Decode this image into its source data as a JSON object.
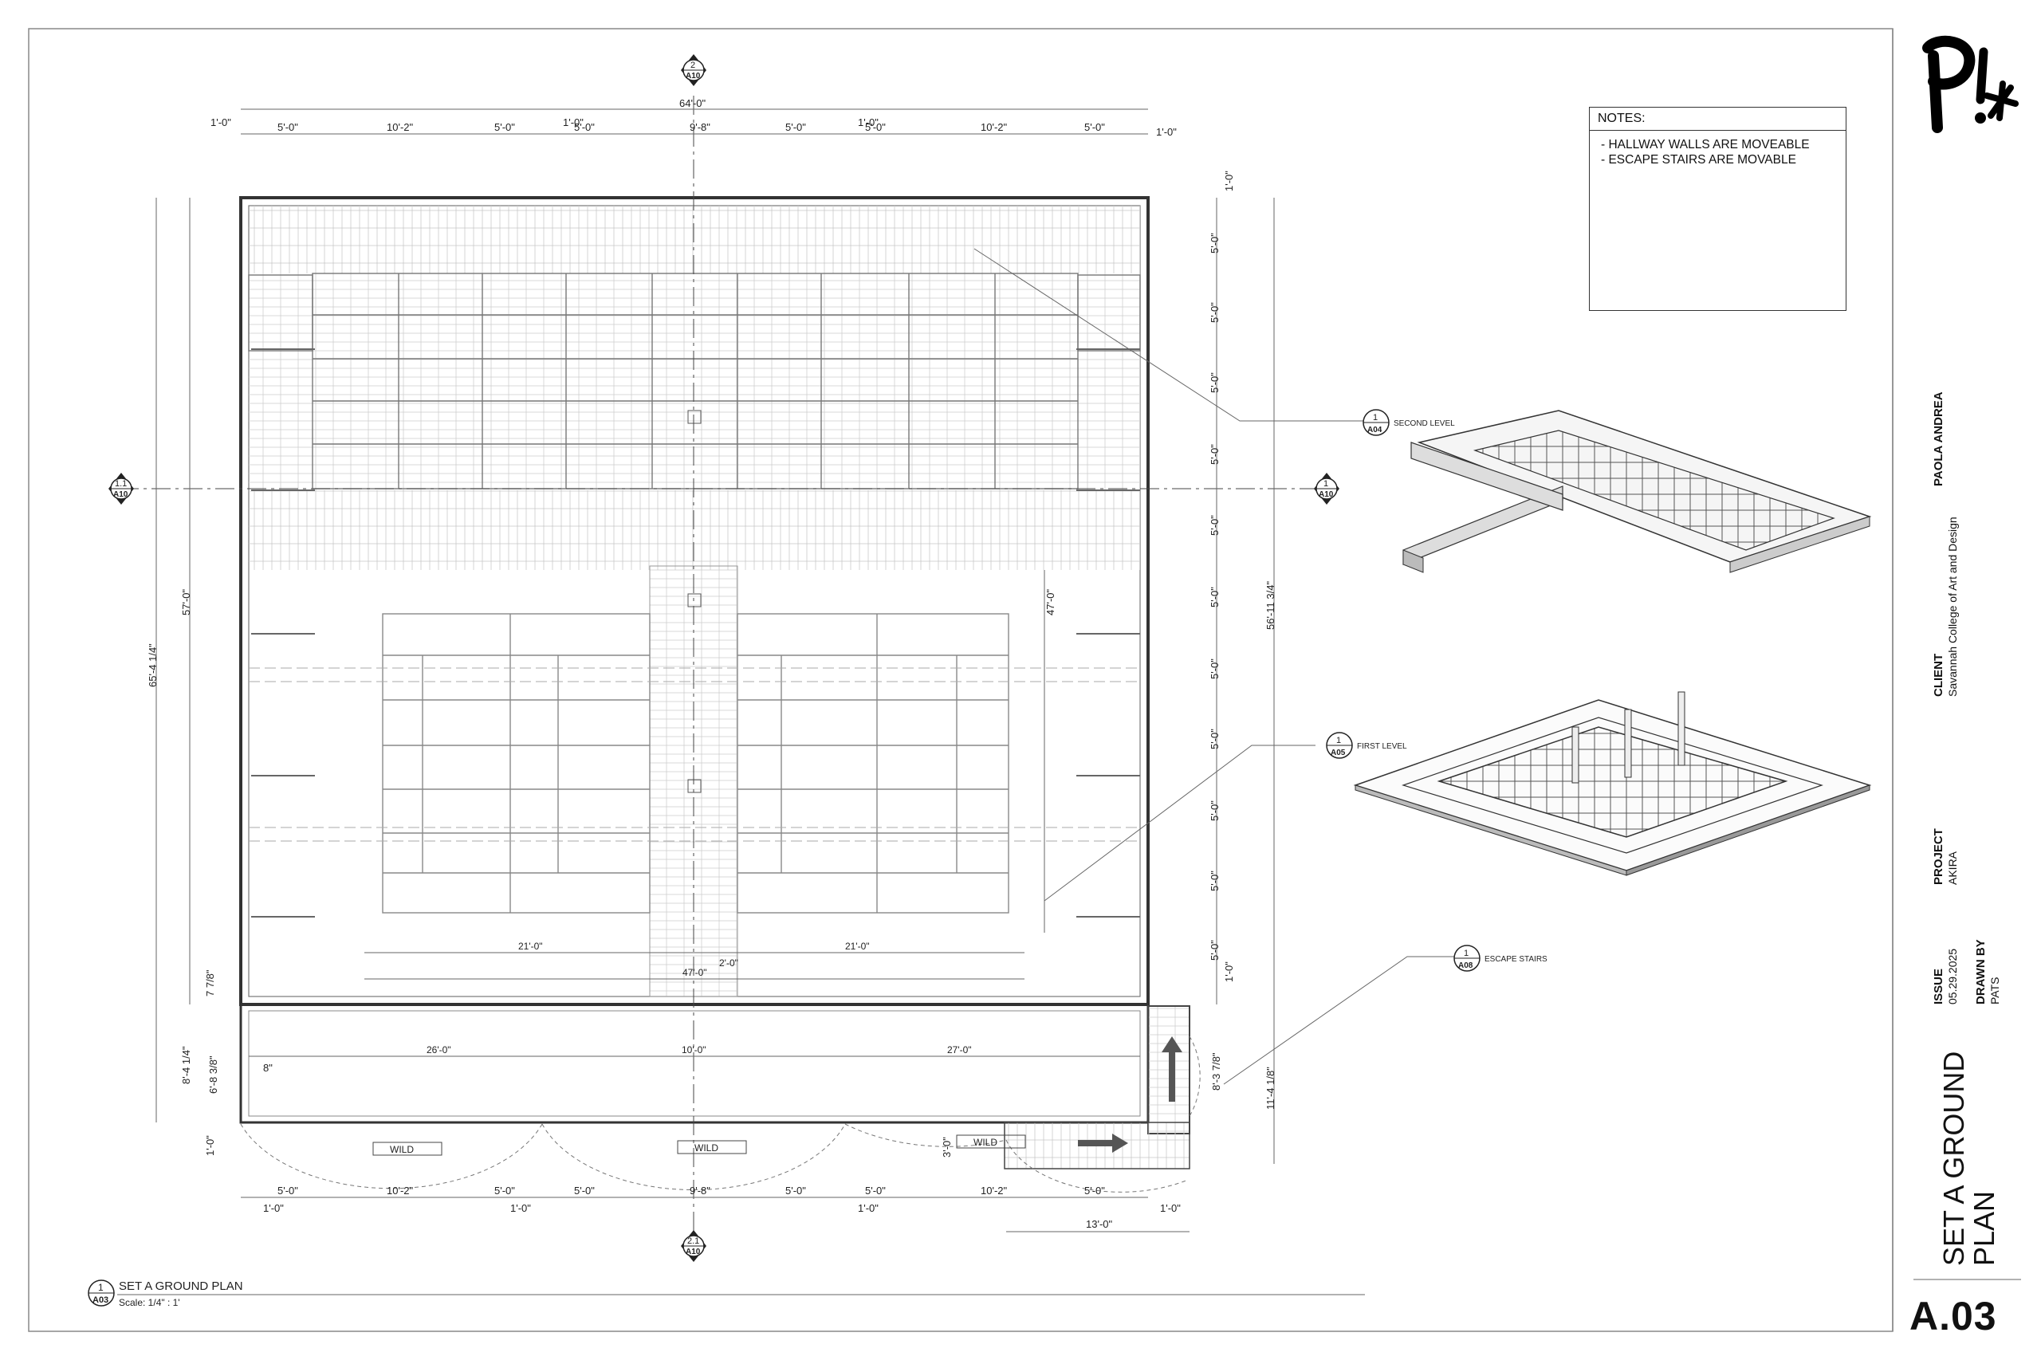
{
  "notes": {
    "header": "NOTES:",
    "items": [
      "- HALLWAY WALLS ARE MOVEABLE",
      "- ESCAPE STAIRS ARE MOVABLE"
    ]
  },
  "title_block": {
    "designer": "PAOLA ANDREA",
    "client_label": "CLIENT",
    "client_value": "Savannah College of Art and Design",
    "project_label": "PROJECT",
    "project_value": "AKIRA",
    "issue_label": "ISSUE",
    "issue_value": "05.29.2025",
    "drawn_by_label": "DRAWN BY",
    "drawn_by_value": "PATS",
    "sheet_title_line1": "SET A GROUND",
    "sheet_title_line2": "PLAN",
    "sheet_number": "A.03"
  },
  "drawing_title": {
    "number": "1",
    "sheet": "A03",
    "title": "SET A GROUND PLAN",
    "scale": "Scale:  1/4\" : 1'"
  },
  "views": [
    {
      "number": "1",
      "sheet": "A04",
      "label": "SECOND LEVEL"
    },
    {
      "number": "1",
      "sheet": "A05",
      "label": "FIRST LEVEL"
    },
    {
      "number": "1",
      "sheet": "A08",
      "label": "ESCAPE STAIRS"
    }
  ],
  "section_markers": [
    {
      "number": "2",
      "sheet": "A10"
    },
    {
      "number": "2.1",
      "sheet": "A10"
    },
    {
      "number": "1.1",
      "sheet": "A10"
    },
    {
      "number": "1",
      "sheet": "A10"
    }
  ],
  "wild_label": "WILD",
  "dims": {
    "top_overall": "64'-0\"",
    "top_row": [
      "5'-0\"",
      "10'-2\"",
      "5'-0\"",
      "5'-0\"",
      "9'-8\"",
      "5'-0\"",
      "5'-0\"",
      "10'-2\"",
      "5'-0\""
    ],
    "top_small": [
      "1'-0\"",
      "1'-0\"",
      "1'-0\"",
      "1'-0\""
    ],
    "right_row": [
      "5'-0\"",
      "5'-0\"",
      "5'-0\"",
      "5'-0\"",
      "5'-0\"",
      "5'-0\"",
      "5'-0\"",
      "5'-0\"",
      "5'-0\"",
      "5'-0\"",
      "5'-0\""
    ],
    "right_small": [
      "1'-0\"",
      "1'-0\""
    ],
    "right_overall": "56'-11 3/4\"",
    "inner_47_v": "47'-0\"",
    "left_overall": "65'-4 1/4\"",
    "left_57": "57'-0\"",
    "left_8_4": "8'-4 1/4\"",
    "left_6_8": "6'-8 3/8\"",
    "left_7_8": "7 7/8\"",
    "left_1_0": "1'-0\"",
    "inner_21_a": "21'-0\"",
    "inner_21_b": "21'-0\"",
    "inner_47_h": "47'-0\"",
    "inner_2_0": "2'-0\"",
    "hall_26": "26'-0\"",
    "hall_10": "10'-0\"",
    "hall_27": "27'-0\"",
    "hall_8": "8\"",
    "stair_8_3": "8'-3 7/8\"",
    "stair_11_4": "11'-4 1/8\"",
    "stair_3_0": "3'-0\"",
    "bottom_row": [
      "5'-0\"",
      "10'-2\"",
      "5'-0\"",
      "5'-0\"",
      "9'-8\"",
      "5'-0\"",
      "5'-0\"",
      "10'-2\"",
      "5'-0\""
    ],
    "bottom_small": [
      "1'-0\"",
      "1'-0\"",
      "1'-0\"",
      "1'-0\""
    ],
    "bottom_13": "13'-0\""
  }
}
